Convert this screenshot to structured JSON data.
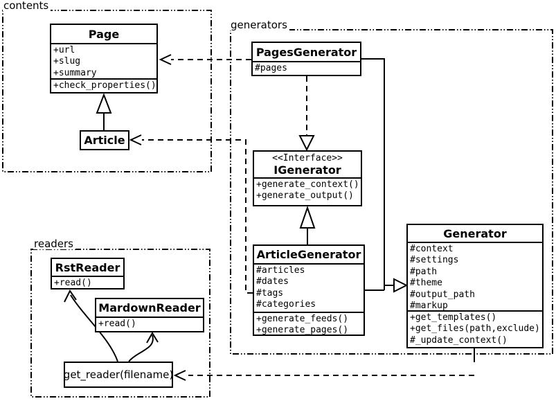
{
  "packages": {
    "contents": {
      "label": "contents"
    },
    "generators": {
      "label": "generators"
    },
    "readers": {
      "label": "readers"
    }
  },
  "classes": {
    "page": {
      "name": "Page",
      "attributes": [
        "+url",
        "+slug",
        "+summary"
      ],
      "methods": [
        "+check_properties()"
      ]
    },
    "article": {
      "name": "Article"
    },
    "pages_generator": {
      "name": "PagesGenerator",
      "attributes": [
        "#pages"
      ]
    },
    "igenerator": {
      "stereotype": "<<Interface>>",
      "name": "IGenerator",
      "methods": [
        "+generate_context()",
        "+generate_output()"
      ]
    },
    "article_generator": {
      "name": "ArticleGenerator",
      "attributes": [
        "#articles",
        "#dates",
        "#tags",
        "#categories"
      ],
      "methods": [
        "+generate_feeds()",
        "+generate_pages()"
      ]
    },
    "generator": {
      "name": "Generator",
      "attributes": [
        "#context",
        "#settings",
        "#path",
        "#theme",
        "#output_path",
        "#markup"
      ],
      "methods": [
        "+get_templates()",
        "+get_files(path,exclude)",
        "#_update_context()"
      ]
    },
    "rst_reader": {
      "name": "RstReader",
      "methods": [
        "+read()"
      ]
    },
    "mardown_reader": {
      "name": "MardownReader",
      "methods": [
        "+read()"
      ]
    },
    "get_reader": {
      "label": "get_reader(filename)"
    }
  },
  "relationships": [
    {
      "from": "Article",
      "to": "Page",
      "type": "inheritance"
    },
    {
      "from": "PagesGenerator",
      "to": "Page",
      "type": "dependency"
    },
    {
      "from": "ArticleGenerator",
      "to": "Article",
      "type": "dependency"
    },
    {
      "from": "PagesGenerator",
      "to": "IGenerator",
      "type": "realization"
    },
    {
      "from": "ArticleGenerator",
      "to": "IGenerator",
      "type": "realization"
    },
    {
      "from": "PagesGenerator",
      "to": "Generator",
      "type": "inheritance"
    },
    {
      "from": "ArticleGenerator",
      "to": "Generator",
      "type": "inheritance"
    },
    {
      "from": "Generator",
      "to": "get_reader(filename)",
      "type": "dependency"
    },
    {
      "from": "get_reader(filename)",
      "to": "RstReader",
      "type": "arrow"
    },
    {
      "from": "get_reader(filename)",
      "to": "MardownReader",
      "type": "arrow"
    }
  ],
  "colors": {
    "line": "#000000",
    "background": "#ffffff",
    "box_fill": "#ffffff"
  }
}
